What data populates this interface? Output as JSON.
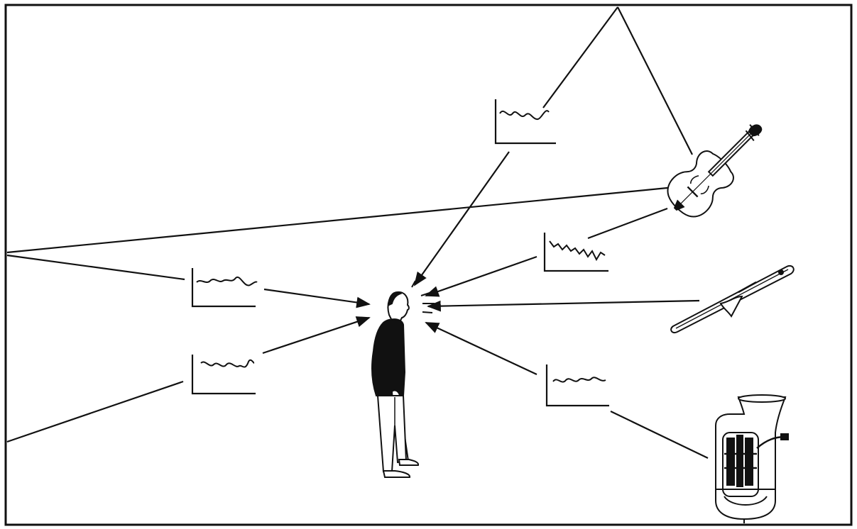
{
  "figure": {
    "subject": "listener",
    "sources": [
      "violin",
      "trombone",
      "tuba"
    ],
    "surfaces": [
      "ceiling",
      "left-wall",
      "left-wall",
      "floor-right"
    ],
    "colors": {
      "ink": "#111111",
      "paper": "#ffffff"
    },
    "icons": [
      "violin-icon",
      "trombone-icon",
      "tuba-icon",
      "listener-figure",
      "waveform-graph"
    ]
  }
}
